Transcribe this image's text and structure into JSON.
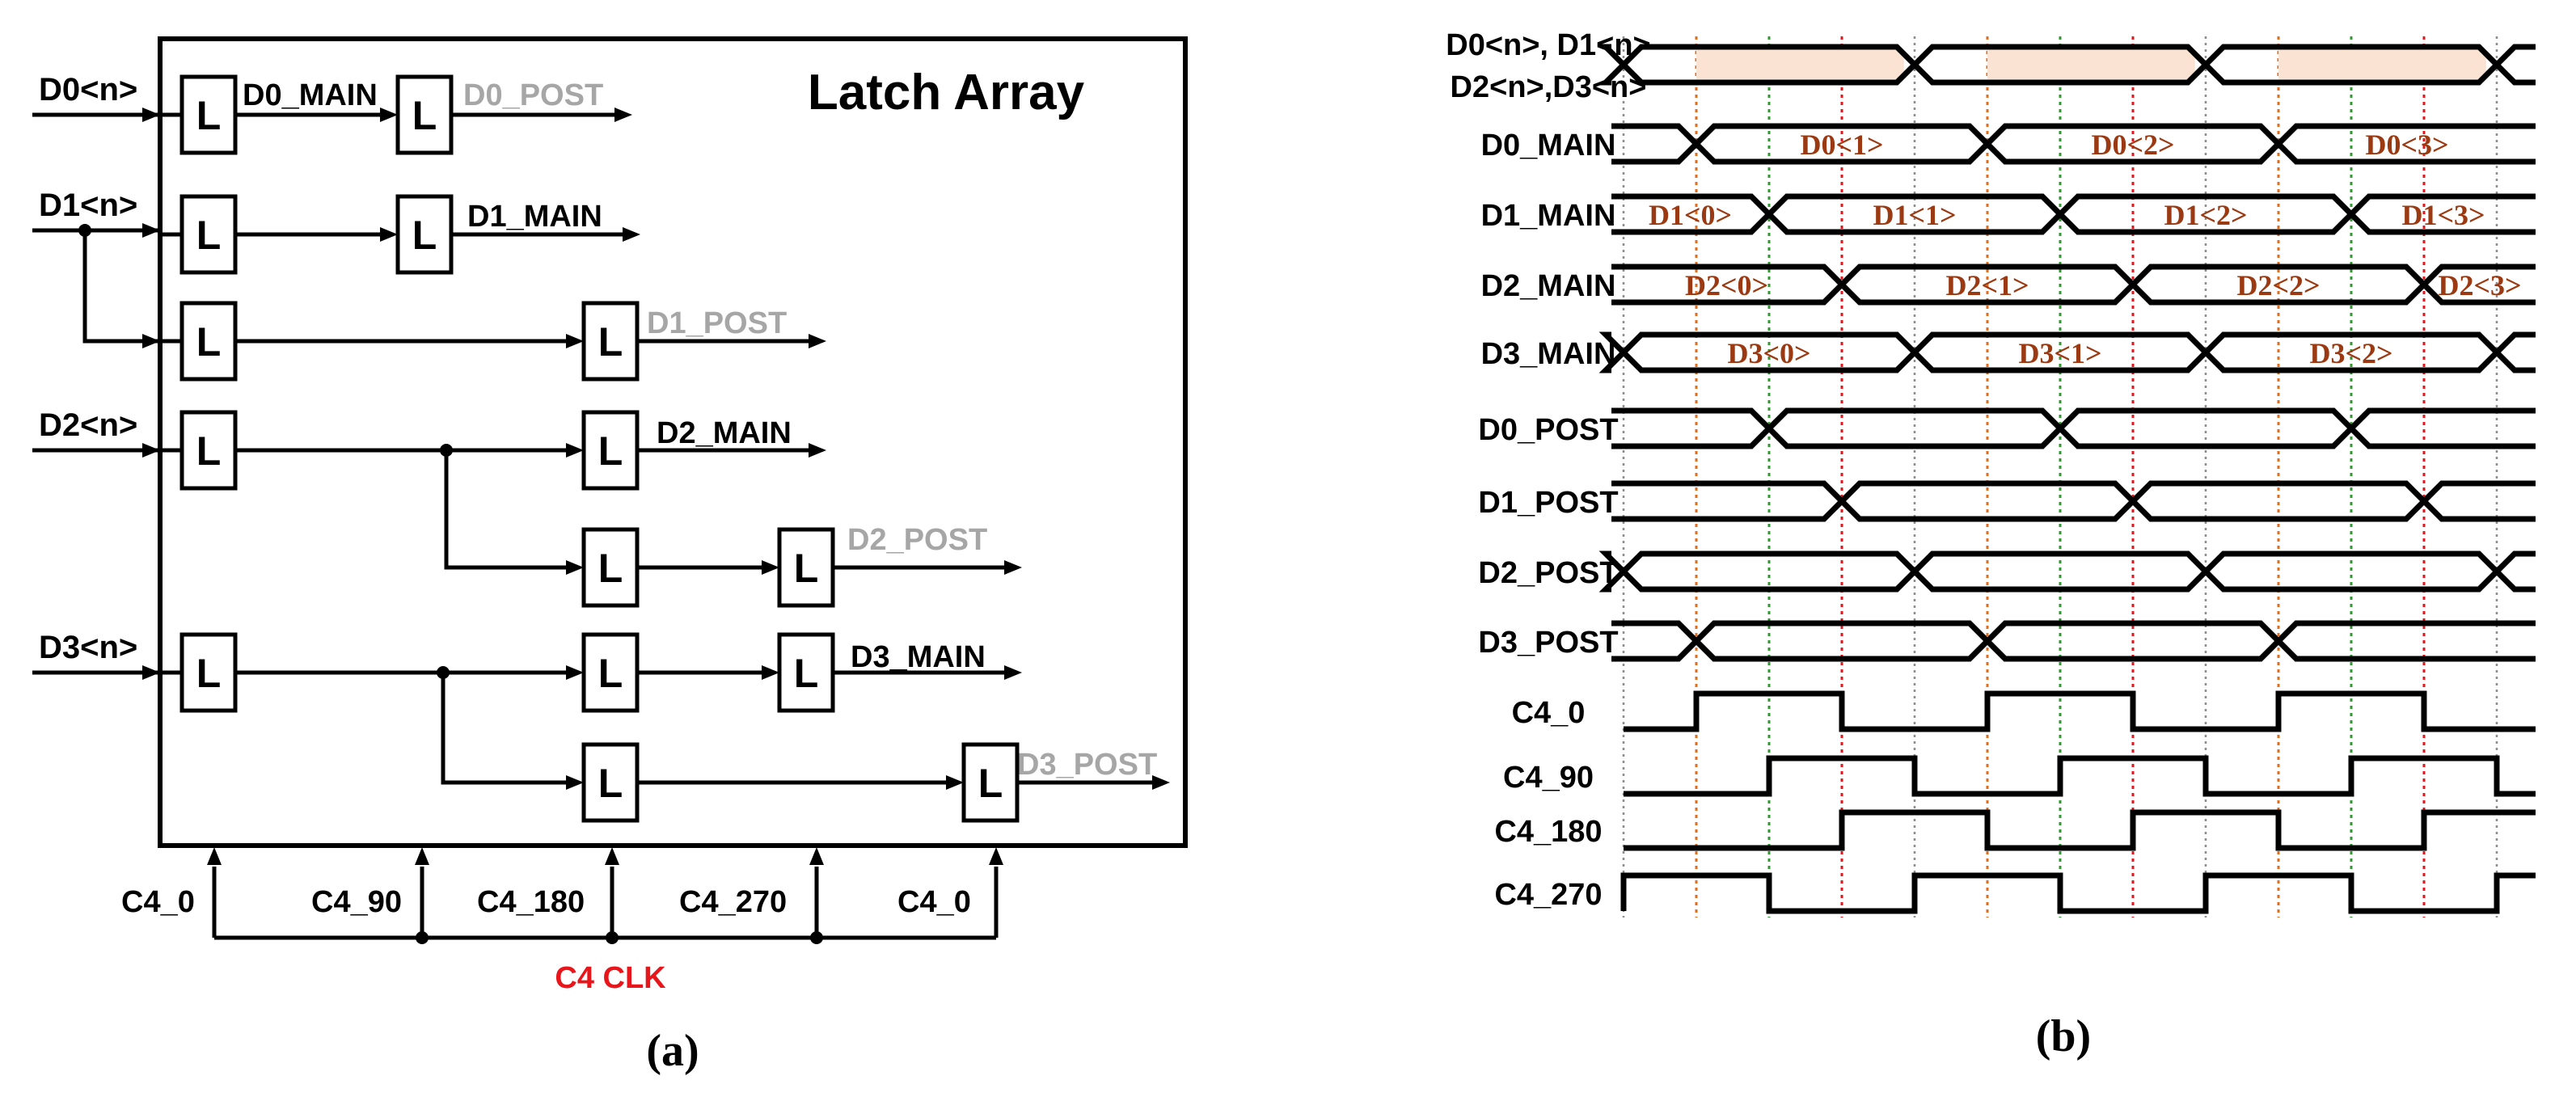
{
  "panel_a": {
    "title": "Latch Array",
    "latch_letter": "L",
    "inputs": [
      "D0<n>",
      "D1<n>",
      "D2<n>",
      "D3<n>"
    ],
    "outputs": [
      {
        "text": "D0_MAIN",
        "color": "#000000"
      },
      {
        "text": "D0_POST",
        "color": "#a6a6a6"
      },
      {
        "text": "D1_MAIN",
        "color": "#000000"
      },
      {
        "text": "D1_POST",
        "color": "#a6a6a6"
      },
      {
        "text": "D2_MAIN",
        "color": "#000000"
      },
      {
        "text": "D2_POST",
        "color": "#a6a6a6"
      },
      {
        "text": "D3_MAIN",
        "color": "#000000"
      },
      {
        "text": "D3_POST",
        "color": "#a6a6a6"
      }
    ],
    "clocks": [
      "C4_0",
      "C4_90",
      "C4_180",
      "C4_270",
      "C4_0"
    ],
    "clock_bus": "C4 CLK",
    "caption": "(a)"
  },
  "panel_b": {
    "caption": "(b)",
    "rows": [
      {
        "id": "din",
        "label": [
          "D0<n>, D1<n>",
          "D2<n>,D3<n>"
        ],
        "kind": "bus",
        "xs": [
          0,
          4,
          8,
          12
        ],
        "fill": "#fbe3d3"
      },
      {
        "id": "d0main",
        "label": [
          "D0_MAIN"
        ],
        "kind": "bus",
        "xs": [
          1,
          5,
          9
        ],
        "data": [
          "D0<1>",
          "D0<2>",
          "D0<3>"
        ]
      },
      {
        "id": "d1main",
        "label": [
          "D1_MAIN"
        ],
        "kind": "bus",
        "xs": [
          2,
          6,
          10
        ],
        "data": [
          "D1<0>",
          "D1<1>",
          "D1<2>",
          "D1<3>"
        ]
      },
      {
        "id": "d2main",
        "label": [
          "D2_MAIN"
        ],
        "kind": "bus",
        "xs": [
          3,
          7,
          11
        ],
        "data": [
          "D2<0>",
          "D2<1>",
          "D2<2>",
          "D2<3>"
        ]
      },
      {
        "id": "d3main",
        "label": [
          "D3_MAIN"
        ],
        "kind": "bus",
        "xs": [
          0,
          4,
          8,
          12
        ],
        "data": [
          "D3<0>",
          "D3<1>",
          "D3<2>"
        ]
      },
      {
        "id": "d0post",
        "label": [
          "D0_POST"
        ],
        "kind": "bus",
        "xs": [
          2,
          6,
          10
        ]
      },
      {
        "id": "d1post",
        "label": [
          "D1_POST"
        ],
        "kind": "bus",
        "xs": [
          3,
          7,
          11
        ]
      },
      {
        "id": "d2post",
        "label": [
          "D2_POST"
        ],
        "kind": "bus",
        "xs": [
          0,
          4,
          8,
          12
        ]
      },
      {
        "id": "d3post",
        "label": [
          "D3_POST"
        ],
        "kind": "bus",
        "xs": [
          1,
          5,
          9
        ]
      },
      {
        "id": "c40",
        "label": [
          "C4_0"
        ],
        "kind": "clock",
        "phase": 1
      },
      {
        "id": "c490",
        "label": [
          "C4_90"
        ],
        "kind": "clock",
        "phase": 2
      },
      {
        "id": "c4180",
        "label": [
          "C4_180"
        ],
        "kind": "clock",
        "phase": 3
      },
      {
        "id": "c4270",
        "label": [
          "C4_270"
        ],
        "kind": "clock",
        "phase": 0
      }
    ],
    "grid_colors": {
      "a": "#8c8c8c",
      "b": "#e36c1d",
      "c": "#2f9a2f",
      "d": "#e8161b"
    }
  }
}
